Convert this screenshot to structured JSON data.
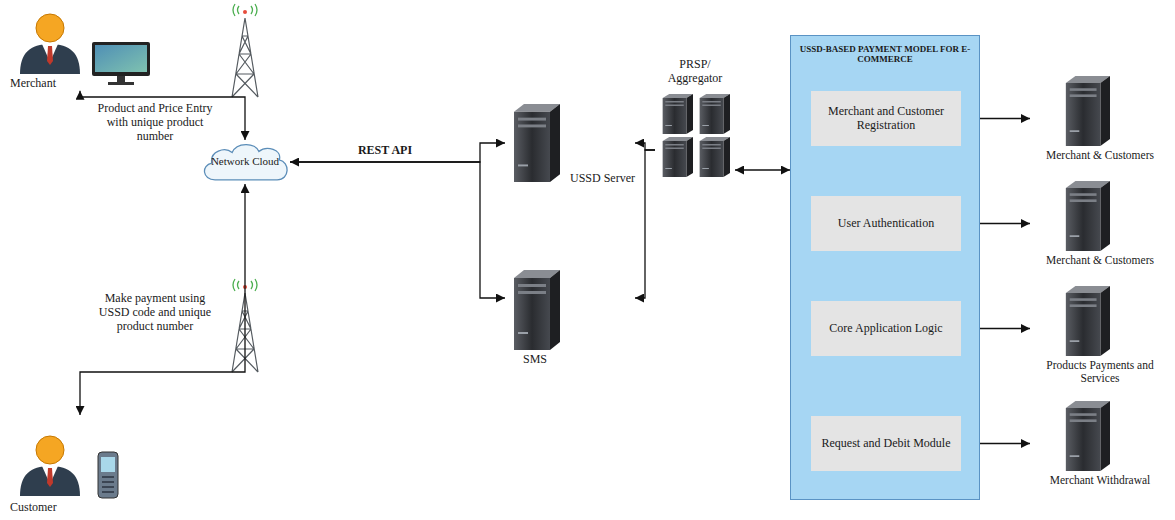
{
  "diagram": {
    "nodes": [
      {
        "text": [
          "Merchant"
        ]
      },
      {
        "text": [
          "Network Cloud"
        ]
      },
      {
        "text": [
          "Customer"
        ]
      },
      {
        "text": [
          "USSD Server"
        ]
      },
      {
        "text": [
          "SMS"
        ]
      },
      {
        "text": [
          "PRSP/ Aggregator"
        ]
      },
      {
        "text": [
          "USSD-BASED PAYMENT MODEL FOR E-COMMERCE"
        ]
      },
      {
        "text": [
          "Merchant and Customer Registration"
        ],
        "in": 6
      },
      {
        "text": [
          "User Authentication"
        ],
        "in": 6
      },
      {
        "text": [
          "Core Application Logic"
        ],
        "in": 6
      },
      {
        "text": [
          "Request and Debit Module"
        ],
        "in": 6
      },
      {
        "text": [
          "Merchant & Customers"
        ]
      },
      {
        "text": [
          "Merchant & Customers"
        ]
      },
      {
        "text": [
          "Products Payments and Services"
        ]
      },
      {
        "text": [
          "Merchant Withdrawal"
        ]
      }
    ],
    "edges": [
      {
        "from": 0,
        "to": 1,
        "arrow": "both"
      },
      {
        "from": 2,
        "to": 1,
        "arrow": "both"
      },
      {
        "from": 1,
        "to": 3,
        "label": "REST API",
        "arrow": "both"
      },
      {
        "from": 1,
        "to": 4,
        "arrow": "to"
      },
      {
        "from": 5,
        "to": 3,
        "arrow": "to"
      },
      {
        "from": 5,
        "to": 4,
        "arrow": "to"
      },
      {
        "from": 5,
        "to": 6,
        "arrow": "both"
      },
      {
        "from": 7,
        "to": 11,
        "arrow": "both"
      },
      {
        "from": 8,
        "to": 12,
        "arrow": "both"
      },
      {
        "from": 9,
        "to": 13,
        "arrow": "both"
      },
      {
        "from": 10,
        "to": 14,
        "arrow": "both"
      }
    ],
    "labels": [
      "Product and Price Entry with unique product number",
      "Make payment using USSD code and unique product number"
    ]
  }
}
